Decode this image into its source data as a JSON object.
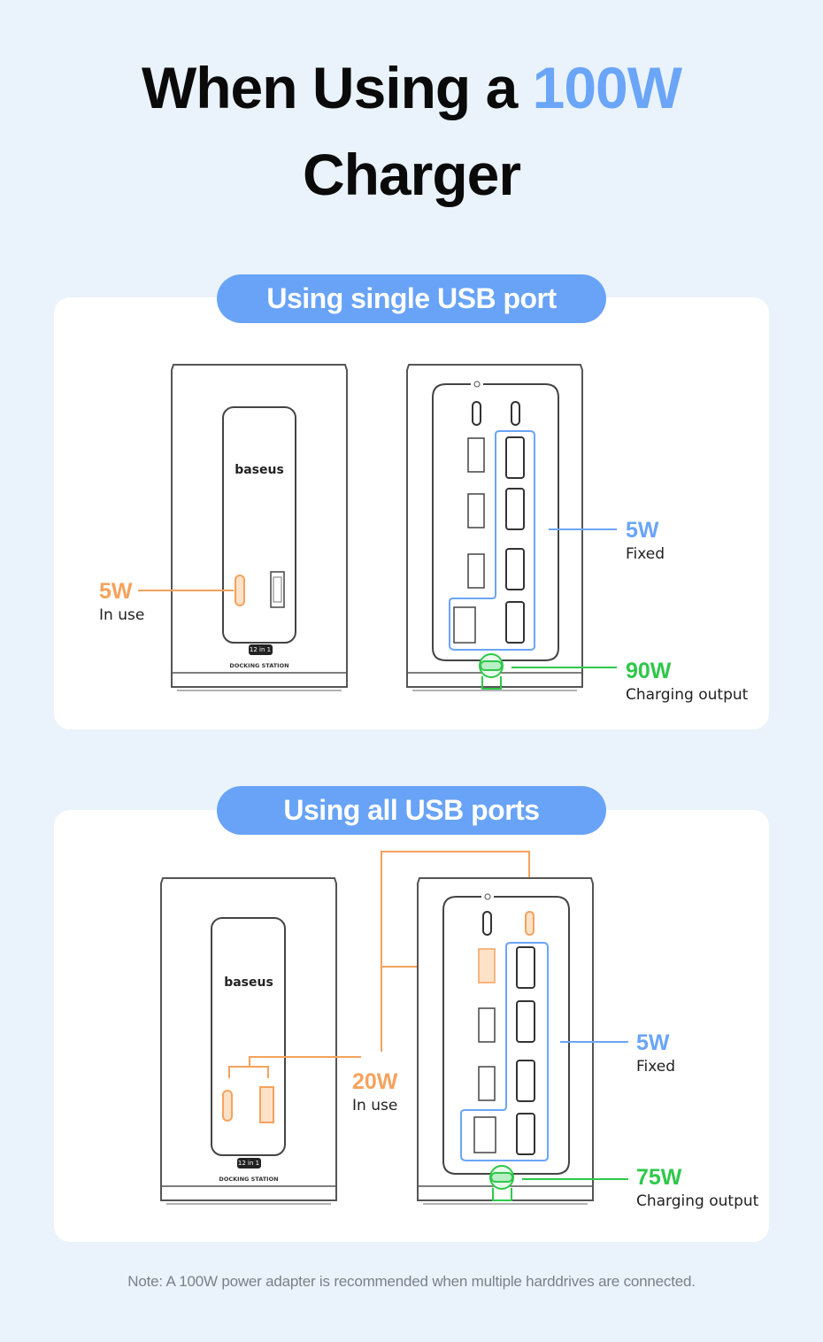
{
  "title": {
    "line1_prefix": "When Using a ",
    "line1_accent": "100W",
    "line2": "Charger"
  },
  "colors": {
    "accent_blue": "#6aa5f7",
    "in_use_orange": "#f5a25d",
    "charging_green": "#2fc84a",
    "pill_blue": "#68a3f7"
  },
  "sections": [
    {
      "heading": "Using single USB port",
      "device_front": {
        "brand": "baseus",
        "badge": "12 in 1",
        "caption": "DOCKING STATION"
      },
      "in_use": {
        "watts": "5W",
        "label": "In use"
      },
      "fixed": {
        "watts": "5W",
        "label": "Fixed"
      },
      "charging": {
        "watts": "90W",
        "label": "Charging output"
      }
    },
    {
      "heading": "Using all USB ports",
      "device_front": {
        "brand": "baseus",
        "badge": "12 in 1",
        "caption": "DOCKING STATION"
      },
      "in_use": {
        "watts": "20W",
        "label": "In use"
      },
      "fixed": {
        "watts": "5W",
        "label": "Fixed"
      },
      "charging": {
        "watts": "75W",
        "label": "Charging output"
      }
    }
  ],
  "note": "Note: A 100W power adapter is recommended when multiple harddrives are connected."
}
